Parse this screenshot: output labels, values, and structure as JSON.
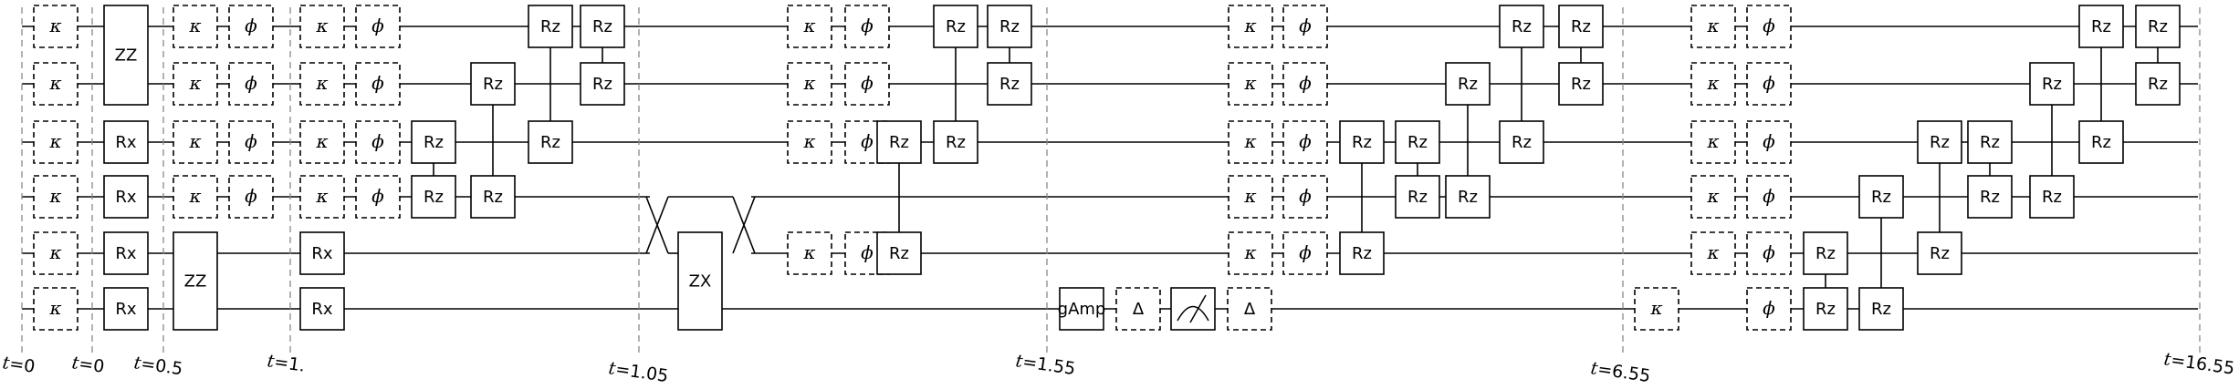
{
  "diagram": {
    "qubit_count": 6,
    "time_labels": [
      "t = 0",
      "t = 0",
      "t = 0.5",
      "t = 1.",
      "t = 1.05",
      "t = 1.55",
      "t = 6.55",
      "t = 16.55"
    ],
    "gate_symbols": {
      "kappa": "κ",
      "phi": "ϕ",
      "delta": "Δ",
      "zz": "ZZ",
      "zx": "ZX",
      "rx": "Rx",
      "rz": "Rz",
      "gamp": "gAmp"
    },
    "operations": [
      {
        "gate": "kappa",
        "qubits": [
          0
        ],
        "dashed": true
      },
      {
        "gate": "kappa",
        "qubits": [
          1
        ],
        "dashed": true
      },
      {
        "gate": "kappa",
        "qubits": [
          2
        ],
        "dashed": true
      },
      {
        "gate": "kappa",
        "qubits": [
          3
        ],
        "dashed": true
      },
      {
        "gate": "kappa",
        "qubits": [
          4
        ],
        "dashed": true
      },
      {
        "gate": "kappa",
        "qubits": [
          5
        ],
        "dashed": true
      },
      {
        "gate": "zz",
        "qubits": [
          0,
          1
        ]
      },
      {
        "gate": "rx",
        "qubits": [
          2
        ]
      },
      {
        "gate": "rx",
        "qubits": [
          3
        ]
      },
      {
        "gate": "rx",
        "qubits": [
          4
        ]
      },
      {
        "gate": "rx",
        "qubits": [
          5
        ]
      },
      {
        "gate": "zz",
        "qubits": [
          4,
          5
        ]
      },
      {
        "gate": "kappa",
        "qubits": [
          0
        ],
        "dashed": true
      },
      {
        "gate": "phi",
        "qubits": [
          0
        ],
        "dashed": true
      },
      {
        "gate": "kappa",
        "qubits": [
          1
        ],
        "dashed": true
      },
      {
        "gate": "phi",
        "qubits": [
          1
        ],
        "dashed": true
      },
      {
        "gate": "kappa",
        "qubits": [
          2
        ],
        "dashed": true
      },
      {
        "gate": "phi",
        "qubits": [
          2
        ],
        "dashed": true
      },
      {
        "gate": "kappa",
        "qubits": [
          3
        ],
        "dashed": true
      },
      {
        "gate": "phi",
        "qubits": [
          3
        ],
        "dashed": true
      },
      {
        "gate": "kappa",
        "qubits": [
          0
        ],
        "dashed": true
      },
      {
        "gate": "phi",
        "qubits": [
          0
        ],
        "dashed": true
      },
      {
        "gate": "kappa",
        "qubits": [
          1
        ],
        "dashed": true
      },
      {
        "gate": "phi",
        "qubits": [
          1
        ],
        "dashed": true
      },
      {
        "gate": "kappa",
        "qubits": [
          2
        ],
        "dashed": true
      },
      {
        "gate": "phi",
        "qubits": [
          2
        ],
        "dashed": true
      },
      {
        "gate": "kappa",
        "qubits": [
          3
        ],
        "dashed": true
      },
      {
        "gate": "phi",
        "qubits": [
          3
        ],
        "dashed": true
      },
      {
        "gate": "rx",
        "qubits": [
          4
        ]
      },
      {
        "gate": "rx",
        "qubits": [
          5
        ]
      },
      {
        "gate": "rz",
        "qubits": [
          2,
          3
        ]
      },
      {
        "gate": "rz",
        "qubits": [
          1,
          3
        ]
      },
      {
        "gate": "rz",
        "qubits": [
          0,
          2
        ]
      },
      {
        "gate": "rz",
        "qubits": [
          0,
          1
        ]
      },
      {
        "gate": "swap",
        "qubits": [
          3,
          4
        ]
      },
      {
        "gate": "zx",
        "qubits": [
          4,
          5
        ]
      },
      {
        "gate": "swap",
        "qubits": [
          3,
          4
        ]
      },
      {
        "gate": "kappa",
        "qubits": [
          0
        ],
        "dashed": true
      },
      {
        "gate": "phi",
        "qubits": [
          0
        ],
        "dashed": true
      },
      {
        "gate": "kappa",
        "qubits": [
          1
        ],
        "dashed": true
      },
      {
        "gate": "phi",
        "qubits": [
          1
        ],
        "dashed": true
      },
      {
        "gate": "kappa",
        "qubits": [
          2
        ],
        "dashed": true
      },
      {
        "gate": "phi",
        "qubits": [
          2
        ],
        "dashed": true
      },
      {
        "gate": "kappa",
        "qubits": [
          4
        ],
        "dashed": true
      },
      {
        "gate": "phi",
        "qubits": [
          4
        ],
        "dashed": true
      },
      {
        "gate": "rz",
        "qubits": [
          2,
          4
        ]
      },
      {
        "gate": "rz",
        "qubits": [
          0,
          2
        ]
      },
      {
        "gate": "rz",
        "qubits": [
          0,
          1
        ]
      },
      {
        "gate": "gamp",
        "qubits": [
          5
        ]
      },
      {
        "gate": "delta",
        "qubits": [
          5
        ],
        "dashed": true
      },
      {
        "gate": "measure",
        "qubits": [
          5
        ]
      },
      {
        "gate": "delta",
        "qubits": [
          5
        ],
        "dashed": true
      },
      {
        "gate": "kappa",
        "qubits": [
          0
        ],
        "dashed": true
      },
      {
        "gate": "phi",
        "qubits": [
          0
        ],
        "dashed": true
      },
      {
        "gate": "kappa",
        "qubits": [
          1
        ],
        "dashed": true
      },
      {
        "gate": "phi",
        "qubits": [
          1
        ],
        "dashed": true
      },
      {
        "gate": "kappa",
        "qubits": [
          2
        ],
        "dashed": true
      },
      {
        "gate": "phi",
        "qubits": [
          2
        ],
        "dashed": true
      },
      {
        "gate": "kappa",
        "qubits": [
          3
        ],
        "dashed": true
      },
      {
        "gate": "phi",
        "qubits": [
          3
        ],
        "dashed": true
      },
      {
        "gate": "kappa",
        "qubits": [
          4
        ],
        "dashed": true
      },
      {
        "gate": "phi",
        "qubits": [
          4
        ],
        "dashed": true
      },
      {
        "gate": "rz",
        "qubits": [
          2,
          4
        ]
      },
      {
        "gate": "rz",
        "qubits": [
          2,
          3
        ]
      },
      {
        "gate": "rz",
        "qubits": [
          1,
          3
        ]
      },
      {
        "gate": "rz",
        "qubits": [
          0,
          2
        ]
      },
      {
        "gate": "rz",
        "qubits": [
          0,
          1
        ]
      },
      {
        "gate": "kappa",
        "qubits": [
          5
        ],
        "dashed": true
      },
      {
        "gate": "phi",
        "qubits": [
          5
        ],
        "dashed": true
      },
      {
        "gate": "kappa",
        "qubits": [
          0
        ],
        "dashed": true
      },
      {
        "gate": "phi",
        "qubits": [
          0
        ],
        "dashed": true
      },
      {
        "gate": "kappa",
        "qubits": [
          1
        ],
        "dashed": true
      },
      {
        "gate": "phi",
        "qubits": [
          1
        ],
        "dashed": true
      },
      {
        "gate": "kappa",
        "qubits": [
          2
        ],
        "dashed": true
      },
      {
        "gate": "phi",
        "qubits": [
          2
        ],
        "dashed": true
      },
      {
        "gate": "kappa",
        "qubits": [
          3
        ],
        "dashed": true
      },
      {
        "gate": "phi",
        "qubits": [
          3
        ],
        "dashed": true
      },
      {
        "gate": "kappa",
        "qubits": [
          4
        ],
        "dashed": true
      },
      {
        "gate": "phi",
        "qubits": [
          4
        ],
        "dashed": true
      },
      {
        "gate": "rz",
        "qubits": [
          4,
          5
        ]
      },
      {
        "gate": "rz",
        "qubits": [
          3,
          5
        ]
      },
      {
        "gate": "rz",
        "qubits": [
          2,
          4
        ]
      },
      {
        "gate": "rz",
        "qubits": [
          2,
          3
        ]
      },
      {
        "gate": "rz",
        "qubits": [
          1,
          3
        ]
      },
      {
        "gate": "rz",
        "qubits": [
          0,
          2
        ]
      },
      {
        "gate": "rz",
        "qubits": [
          0,
          1
        ]
      }
    ]
  }
}
